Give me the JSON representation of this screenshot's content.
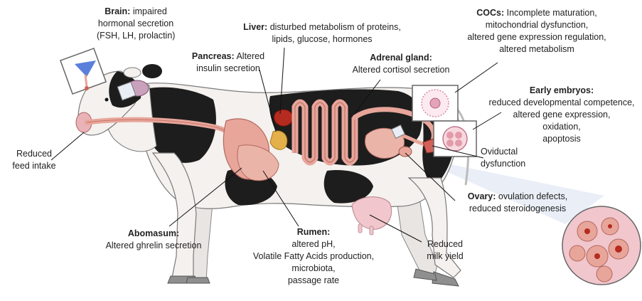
{
  "labels": {
    "brain": {
      "title": "Brain:",
      "lines": [
        "impaired",
        "hormonal secretion",
        "(FSH, LH, prolactin)"
      ]
    },
    "liver": {
      "title": "Liver:",
      "lines": [
        "disturbed metabolism of proteins,",
        "lipids, glucose, hormones"
      ]
    },
    "pancreas": {
      "title": "Pancreas:",
      "lines": [
        "Altered",
        "insulin secretion"
      ]
    },
    "adrenal": {
      "title": "Adrenal gland:",
      "lines": [
        "Altered cortisol secretion"
      ]
    },
    "cocs": {
      "title": "COCs:",
      "lines": [
        "Incomplete maturation,",
        "mitochondrial dysfunction,",
        "altered gene expression regulation,",
        "altered metabolism"
      ]
    },
    "embryos": {
      "title": "Early embryos:",
      "lines": [
        "reduced developmental competence,",
        "altered gene expression,",
        "oxidation,",
        "apoptosis"
      ]
    },
    "oviduct": {
      "lines": [
        "Oviductal",
        "dysfunction"
      ]
    },
    "ovary": {
      "title": "Ovary:",
      "lines": [
        "ovulation defects,",
        "reduced steroidogenesis"
      ]
    },
    "feed": {
      "lines": [
        "Reduced",
        "feed intake"
      ]
    },
    "abomasum": {
      "title": "Abomasum:",
      "lines": [
        "Altered ghrelin secretion"
      ]
    },
    "rumen": {
      "title": "Rumen:",
      "lines": [
        "altered pH,",
        "Volatile Fatty Acids production,",
        "microbiota,",
        "passage rate"
      ]
    },
    "milk": {
      "lines": [
        "Reduced",
        "milk yield"
      ]
    }
  },
  "colors": {
    "coat_black": "#1d1d1d",
    "coat_white": "#f4f1ee",
    "organ_pink": "#e8a59a",
    "organ_dark": "#c5776c",
    "liver_red": "#b52b20",
    "pancreas_yellow": "#e3b04a",
    "udder_pink": "#f1c6cd",
    "hoof_grey": "#8f8f8f",
    "lens_blue": "#c9d8ee"
  }
}
